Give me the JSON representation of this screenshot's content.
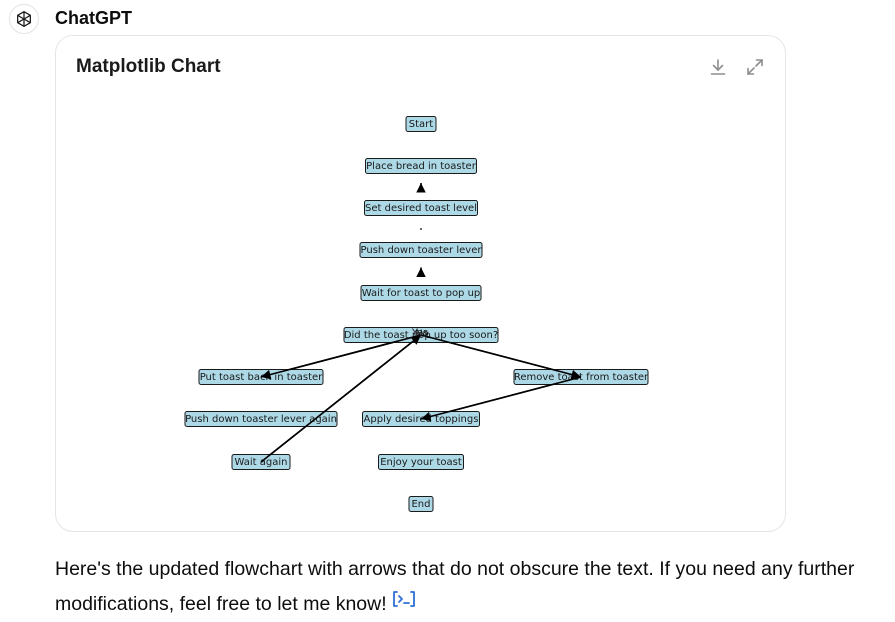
{
  "assistant": {
    "name": "ChatGPT",
    "avatar_icon": "openai-logo-icon"
  },
  "chart_card": {
    "title": "Matplotlib Chart",
    "download_icon": "download-icon",
    "expand_icon": "expand-icon"
  },
  "chart_data": {
    "type": "diagram",
    "node_fill": "#add8e6",
    "edge_color": "#000000",
    "nodes": [
      {
        "id": "start",
        "label": "Start"
      },
      {
        "id": "place",
        "label": "Place bread in toaster"
      },
      {
        "id": "set",
        "label": "Set desired toast level"
      },
      {
        "id": "push",
        "label": "Push down toaster lever"
      },
      {
        "id": "wait",
        "label": "Wait for toast to pop up"
      },
      {
        "id": "decision",
        "label": "Did the toast pop up too soon?"
      },
      {
        "id": "putback",
        "label": "Put toast back in toaster"
      },
      {
        "id": "remove",
        "label": "Remove toast from toaster"
      },
      {
        "id": "pushagain",
        "label": "Push down toaster lever again"
      },
      {
        "id": "toppings",
        "label": "Apply desired toppings"
      },
      {
        "id": "waitagain",
        "label": "Wait again"
      },
      {
        "id": "enjoy",
        "label": "Enjoy your toast"
      },
      {
        "id": "end",
        "label": "End"
      }
    ],
    "edges": [
      {
        "from": "set",
        "to": "place"
      },
      {
        "from": "wait",
        "to": "push"
      },
      {
        "from": "decision",
        "to": "putback"
      },
      {
        "from": "decision",
        "to": "remove"
      },
      {
        "from": "remove",
        "to": "toppings"
      },
      {
        "from": "waitagain",
        "to": "decision"
      }
    ],
    "edge_labels": [
      {
        "text": "Yes"
      },
      {
        "text": "No"
      }
    ]
  },
  "message": {
    "text": "Here's the updated flowchart with arrows that do not obscure the text. If you need any further modifications, feel free to let me know!",
    "citation_icon": "code-interpreter-citation-icon"
  }
}
